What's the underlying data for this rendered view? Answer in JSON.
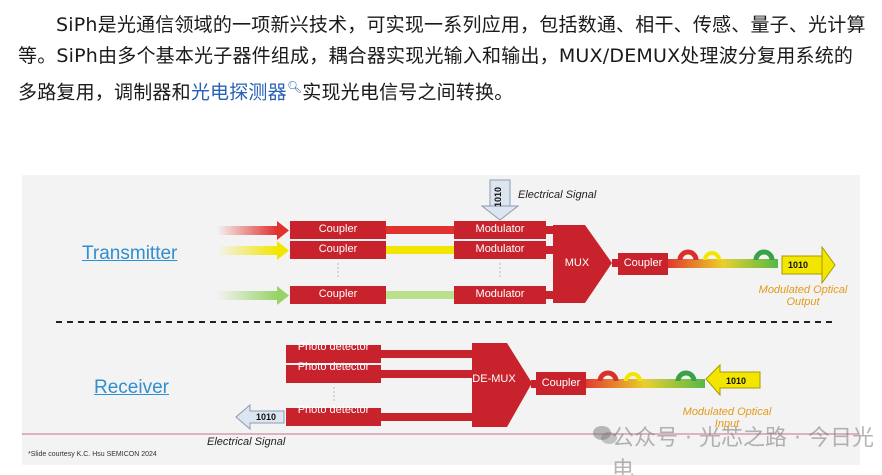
{
  "paragraph": {
    "before_link": "SiPh是光通信领域的一项新兴技术，可实现一系列应用，包括数通、相干、传感、量子、光计算等。SiPh由多个基本光子器件组成，耦合器实现光输入和输出，MUX/DEMUX处理波分复用系统的多路复用，调制器和",
    "link_text": "光电探测器",
    "after_link": "实现光电信号之间转换。"
  },
  "diagram": {
    "transmitter_label": "Transmitter",
    "receiver_label": "Receiver",
    "coupler_label": "Coupler",
    "modulator_label": "Modulator",
    "mux_label": "MUX",
    "demux_label": "DE-MUX",
    "photo_detector_label": "Photo detector",
    "electrical_signal_top": "Electrical Signal",
    "electrical_signal_bottom": "Electrical Signal",
    "code_value": "1010",
    "modulated_output": "Modulated Optical Output",
    "modulated_input": "Modulated Optical Input",
    "credit": "*Slide courtesy K.C. Hsu SEMICON 2024"
  },
  "watermark": {
    "text": "公众号 · 光芯之路 · 今日光电"
  },
  "colors": {
    "box_red": "#c8232c",
    "link_blue": "#2a61b8",
    "label_blue": "#2f8fd0",
    "arrow_yellow": "#f5e000",
    "note_orange": "#e39a1a"
  }
}
